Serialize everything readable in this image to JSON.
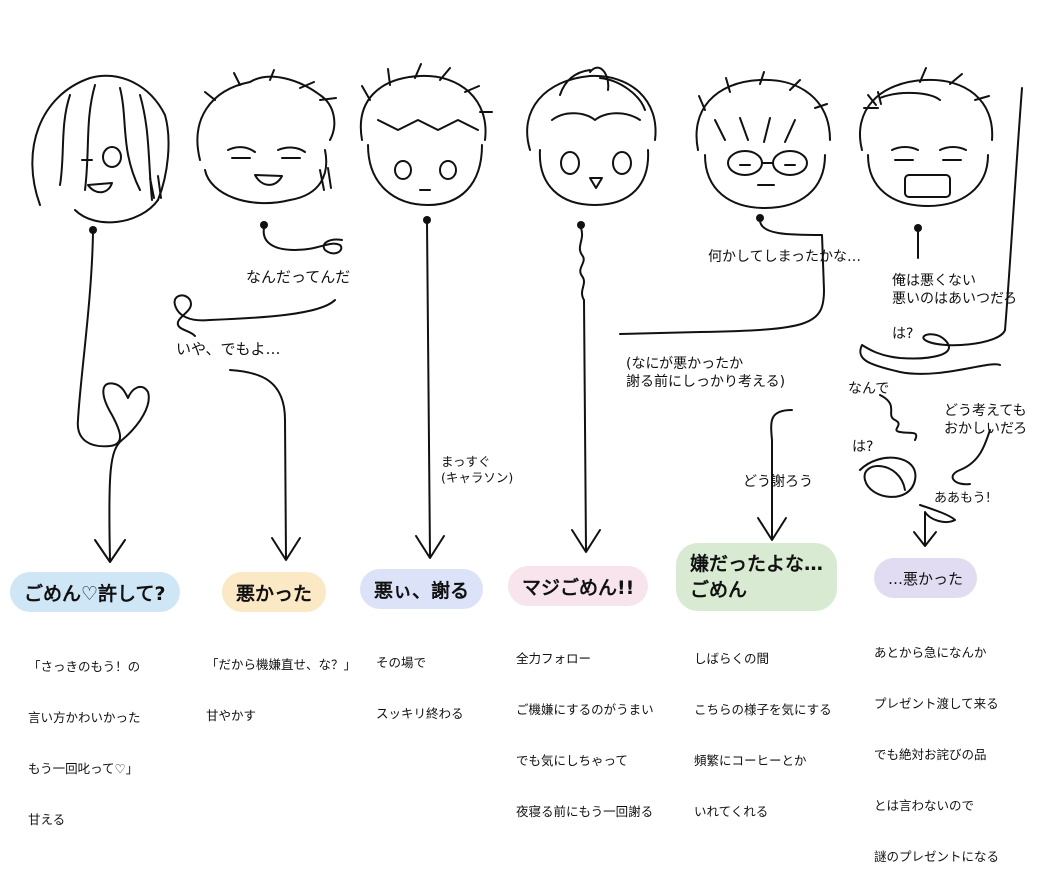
{
  "columns": [
    {
      "id": "c1",
      "label": "ごめん♡許して?",
      "color": "#cfe6f7",
      "desc": [
        "「さっきのもう！の",
        "言い方かわいかった",
        "もう一回叱って♡」",
        "甘える"
      ]
    },
    {
      "id": "c2",
      "label": "悪かった",
      "color": "#fbe8c4",
      "desc": [
        "「だから機嫌直せ、な？」",
        "甘やかす"
      ]
    },
    {
      "id": "c3",
      "label": "悪ぃ、謝る",
      "color": "#dce2f7",
      "desc": [
        "その場で",
        "スッキリ終わる"
      ]
    },
    {
      "id": "c4",
      "label": "マジごめん!!",
      "color": "#f7e4ec",
      "desc": [
        "全力フォロー",
        "ご機嫌にするのがうまい",
        "でも気にしちゃって",
        "夜寝る前にもう一回謝る"
      ]
    },
    {
      "id": "c5",
      "label": [
        "嫌だったよな…",
        "ごめん"
      ],
      "color": "#d8ebd2",
      "desc": [
        "しばらくの間",
        "こちらの様子を気にする",
        "頻繁にコーヒーとか",
        "いれてくれる"
      ]
    },
    {
      "id": "c6",
      "label": "…悪かった",
      "color": "#e2dcf3",
      "desc": [
        "あとから急になんか",
        "プレゼント渡して来る",
        "でも絶対お詫びの品",
        "とは言わないので",
        "謎のプレゼントになる"
      ]
    }
  ],
  "path_notes": {
    "c2_a": "なんだってんだ",
    "c2_b": "いや、でもよ…",
    "c3_a": [
      "まっすぐ",
      "(キャラソン)"
    ],
    "c5_a": "何かしてしまったかな…",
    "c5_b": [
      "(なにが悪かったか",
      "謝る前にしっかり考える)"
    ],
    "c5_c": "どう謝ろう",
    "c6_a": [
      "俺は悪くない",
      "悪いのはあいつだろ"
    ],
    "c6_b": "は?",
    "c6_c": "なんで",
    "c6_d": [
      "どう考えても",
      "おかしいだろ"
    ],
    "c6_e": "は?",
    "c6_f": "ああもう!"
  }
}
